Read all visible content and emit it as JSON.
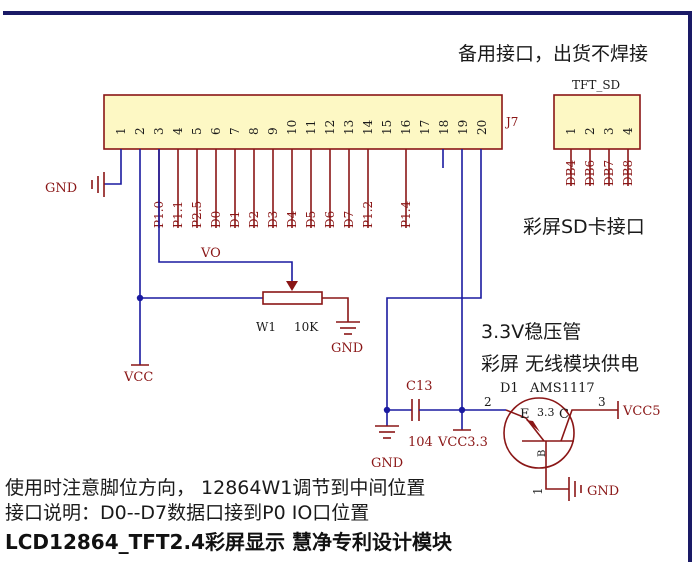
{
  "colors": {
    "frame": "#1a1a66",
    "wire": "#1a1aa0",
    "comp": "#8a1616",
    "conn_fill": "#fdf8c4",
    "conn_border": "#8a1616",
    "text_dark": "#1a1a1a",
    "bg": "#ffffff"
  },
  "labels": {
    "spare_note": "备用接口，出货不焊接",
    "j7_ref": "J7",
    "tft_sd_name": "TFT_SD",
    "sd_caption": "彩屏SD卡接口",
    "reg_title": "3.3V稳压管",
    "reg_sub": "彩屏 无线模块供电",
    "d1_ref": "D1",
    "d1_part": "AMS1117",
    "d1_e": "E",
    "d1_val": "3.3",
    "d1_c": "C",
    "d1_b": "B",
    "pin_d1_2": "2",
    "pin_d1_3": "3",
    "pin_d1_1": "1",
    "vcc5": "VCC5",
    "vcc33": "VCC3.3",
    "c13_ref": "C13",
    "c13_val": "104",
    "gnd": "GND",
    "vcc": "VCC",
    "vo": "VO",
    "w1_ref": "W1",
    "w1_val": "10K",
    "note1": "使用时注意脚位方向， 12864W1调节到中间位置",
    "note2": "接口说明：D0--D7数据口接到P0  IO口位置",
    "title": "LCD12864_TFT2.4彩屏显示 慧净专利设计模块"
  },
  "j7_pins": [
    "1",
    "2",
    "3",
    "4",
    "5",
    "6",
    "7",
    "8",
    "9",
    "10",
    "11",
    "12",
    "13",
    "14",
    "15",
    "16",
    "17",
    "18",
    "19",
    "20"
  ],
  "j7_nets": [
    "",
    "",
    "P1.0",
    "P1.1",
    "P2.5",
    "D0",
    "D1",
    "D2",
    "D3",
    "D4",
    "D5",
    "D6",
    "D7",
    "P1.2",
    "",
    "P1.4",
    "",
    "",
    "",
    ""
  ],
  "tft_pins": [
    "1",
    "2",
    "3",
    "4"
  ],
  "tft_nets": [
    "DB4",
    "DB6",
    "DB7",
    "DB8"
  ]
}
